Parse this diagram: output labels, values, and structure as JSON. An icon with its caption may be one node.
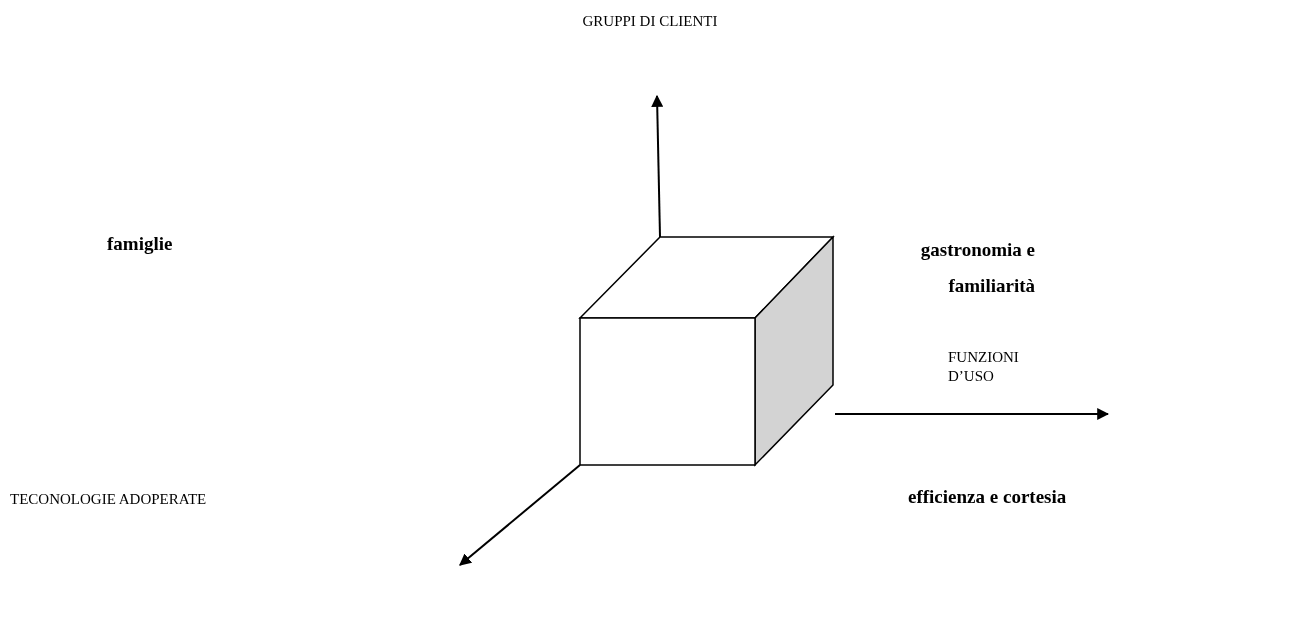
{
  "diagram": {
    "labels": [
      "GRUPPI DI CLIENTI",
      "famiglie",
      "gastronomia e familiarità",
      "FUNZIONI D’USO",
      "TECONOLOGIE ADOPERATE",
      "efficienza e cortesia"
    ]
  }
}
